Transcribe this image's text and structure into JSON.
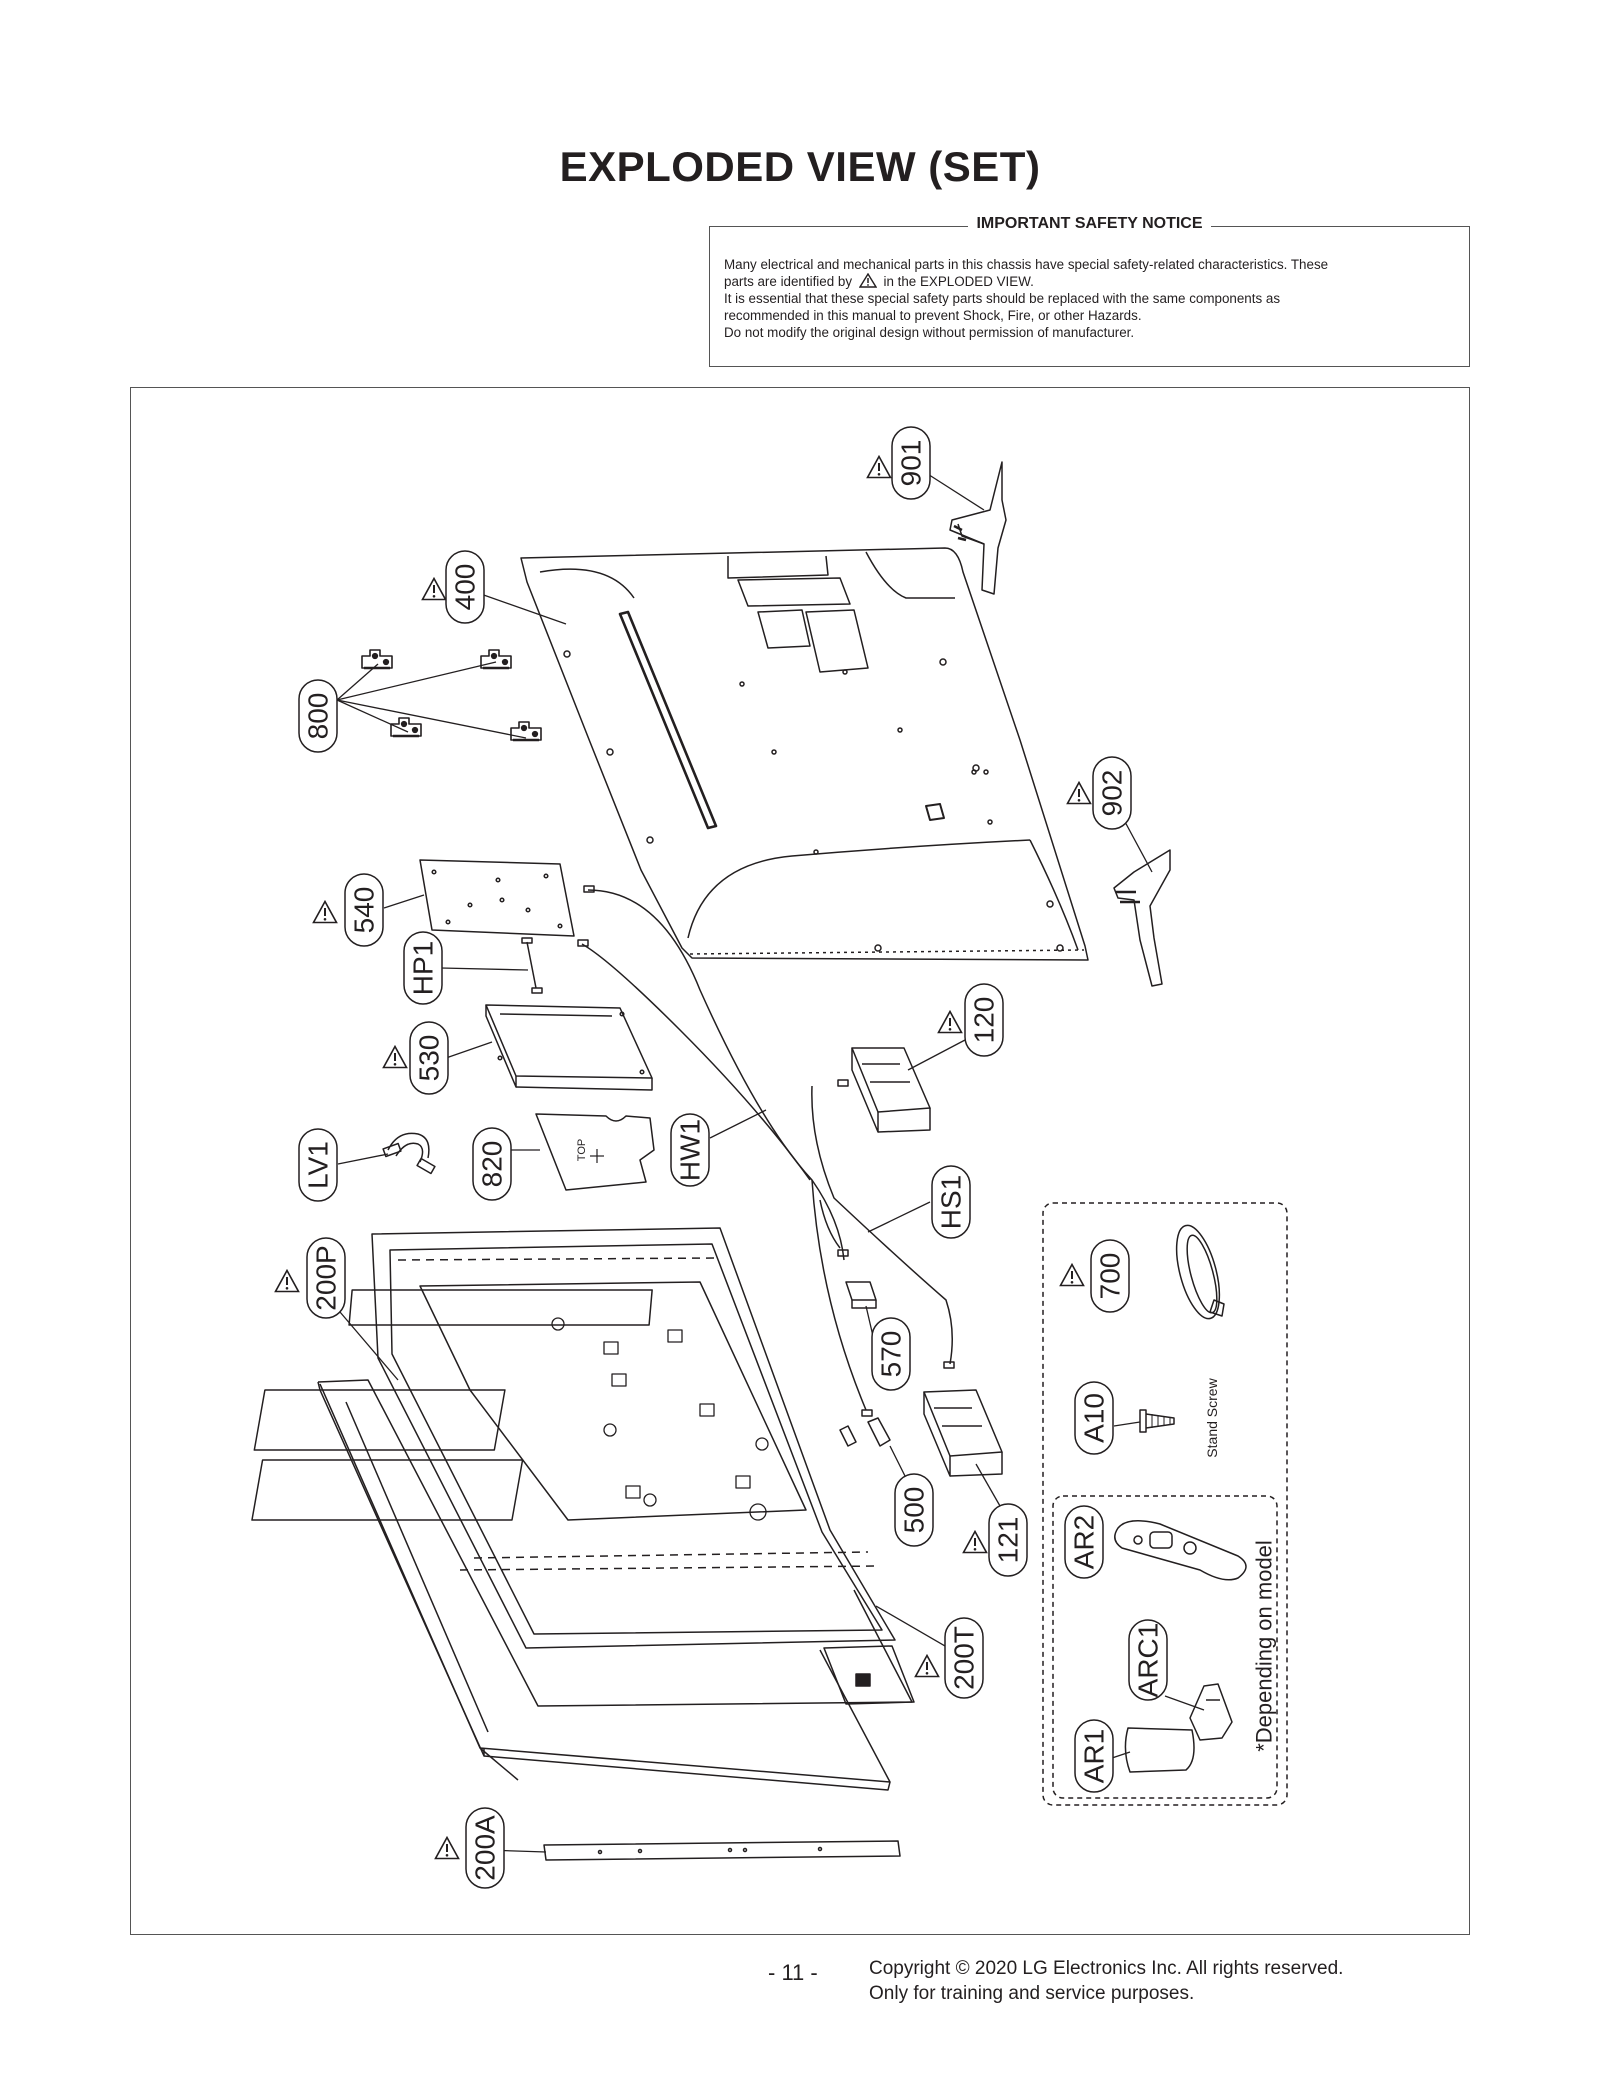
{
  "title": "EXPLODED VIEW (SET)",
  "notice": {
    "heading": "IMPORTANT SAFETY NOTICE",
    "line1": "Many electrical and mechanical parts in this chassis have special safety-related characteristics. These",
    "line2a": "parts are identified by",
    "line2b": "in the EXPLODED VIEW.",
    "line3": "It is essential that these special safety parts should be replaced with the same components as",
    "line4": "recommended in this manual to prevent Shock, Fire, or other Hazards.",
    "line5": "Do not modify the original design without permission of manufacturer."
  },
  "parts": {
    "p901": "901",
    "p400": "400",
    "p800": "800",
    "p902": "902",
    "p540": "540",
    "pHP1": "HP1",
    "p530": "530",
    "p120": "120",
    "pLV1": "LV1",
    "p820": "820",
    "pHW1": "HW1",
    "pHS1": "HS1",
    "p200P": "200P",
    "p700": "700",
    "p570": "570",
    "pA10": "A10",
    "p500": "500",
    "p121": "121",
    "pAR2": "AR2",
    "p200T": "200T",
    "pARC1": "ARC1",
    "pAR1": "AR1",
    "p200A": "200A"
  },
  "stand_screw_label": "Stand Screw",
  "depending_label": "*Depending on model",
  "panel_print": {
    "top_text": "TOP"
  },
  "footer": {
    "page": "- 11 -",
    "copyright": "Copyright © 2020 LG Electronics Inc. All rights reserved.",
    "training": "Only for training and service purposes."
  }
}
